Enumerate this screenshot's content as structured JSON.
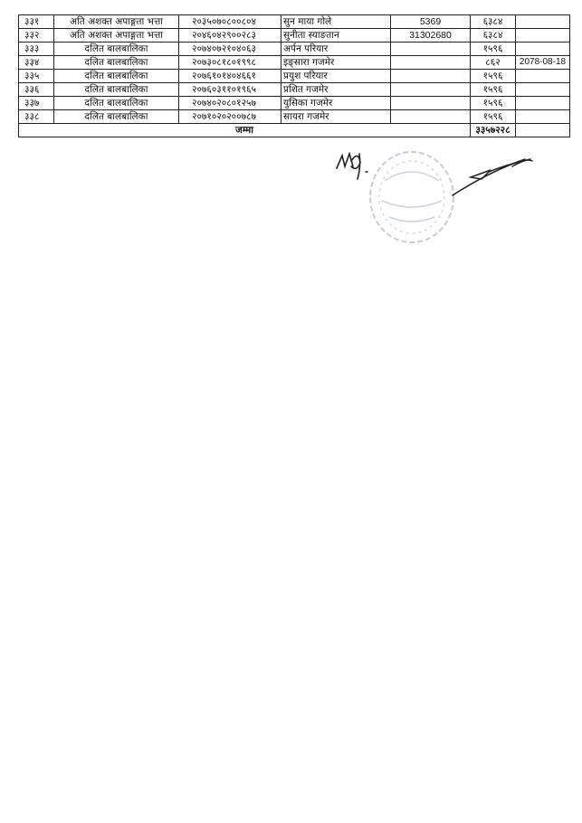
{
  "rows": [
    {
      "sn": "३३१",
      "type": "अति अशक्त अपाङ्गता भत्ता",
      "id": "२०३५०७०८००८०४",
      "name": "सुन माया गोले",
      "account": "5369",
      "amount": "६३८४",
      "date": ""
    },
    {
      "sn": "३३२",
      "type": "अति अशक्त अपाङ्गता भत्ता",
      "id": "२०४६०४२९००२८३",
      "name": "सुनीता स्याङतान",
      "account": "31302680",
      "amount": "६३८४",
      "date": ""
    },
    {
      "sn": "३३३",
      "type": "दलित बालबालिका",
      "id": "२०७४०७२१०४०६३",
      "name": "अर्पन परियार",
      "account": "",
      "amount": "१५९६",
      "date": ""
    },
    {
      "sn": "३३४",
      "type": "दलित बालबालिका",
      "id": "२०७३०८१८०१९९८",
      "name": "इङ्सारा गजमेर",
      "account": "",
      "amount": "८६२",
      "date": "2078-08-18"
    },
    {
      "sn": "३३५",
      "type": "दलित बालबालिका",
      "id": "२०७६१०१४०४६६१",
      "name": "प्रयुश परियार",
      "account": "",
      "amount": "१५९६",
      "date": ""
    },
    {
      "sn": "३३६",
      "type": "दलित बालबालिका",
      "id": "२०७६०३११०१९६५",
      "name": "प्रशित गजमेर",
      "account": "",
      "amount": "१५९६",
      "date": ""
    },
    {
      "sn": "३३७",
      "type": "दलित बालबालिका",
      "id": "२०७४०२०८०१२५७",
      "name": "युसिका गजमेर",
      "account": "",
      "amount": "१५९६",
      "date": ""
    },
    {
      "sn": "३३८",
      "type": "दलित बालबालिका",
      "id": "२०७१०२०२००७८७",
      "name": "सायरा गजमेर",
      "account": "",
      "amount": "१५९६",
      "date": ""
    }
  ],
  "total": {
    "label": "जम्मा",
    "amount": "३३५७२२८"
  }
}
